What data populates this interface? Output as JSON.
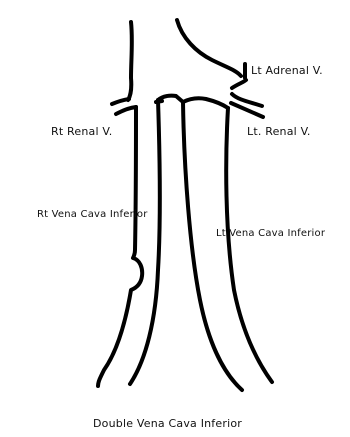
{
  "diagram": {
    "labels": {
      "lt_adrenal": "Lt Adrenal V.",
      "rt_renal": "Rt Renal V.",
      "lt_renal": "Lt. Renal V.",
      "rt_ivc": "Rt Vena Cava Inferior",
      "lt_ivc": "Lt Vena Cava Inferior"
    },
    "caption": "Double Vena Cava Inferior"
  }
}
